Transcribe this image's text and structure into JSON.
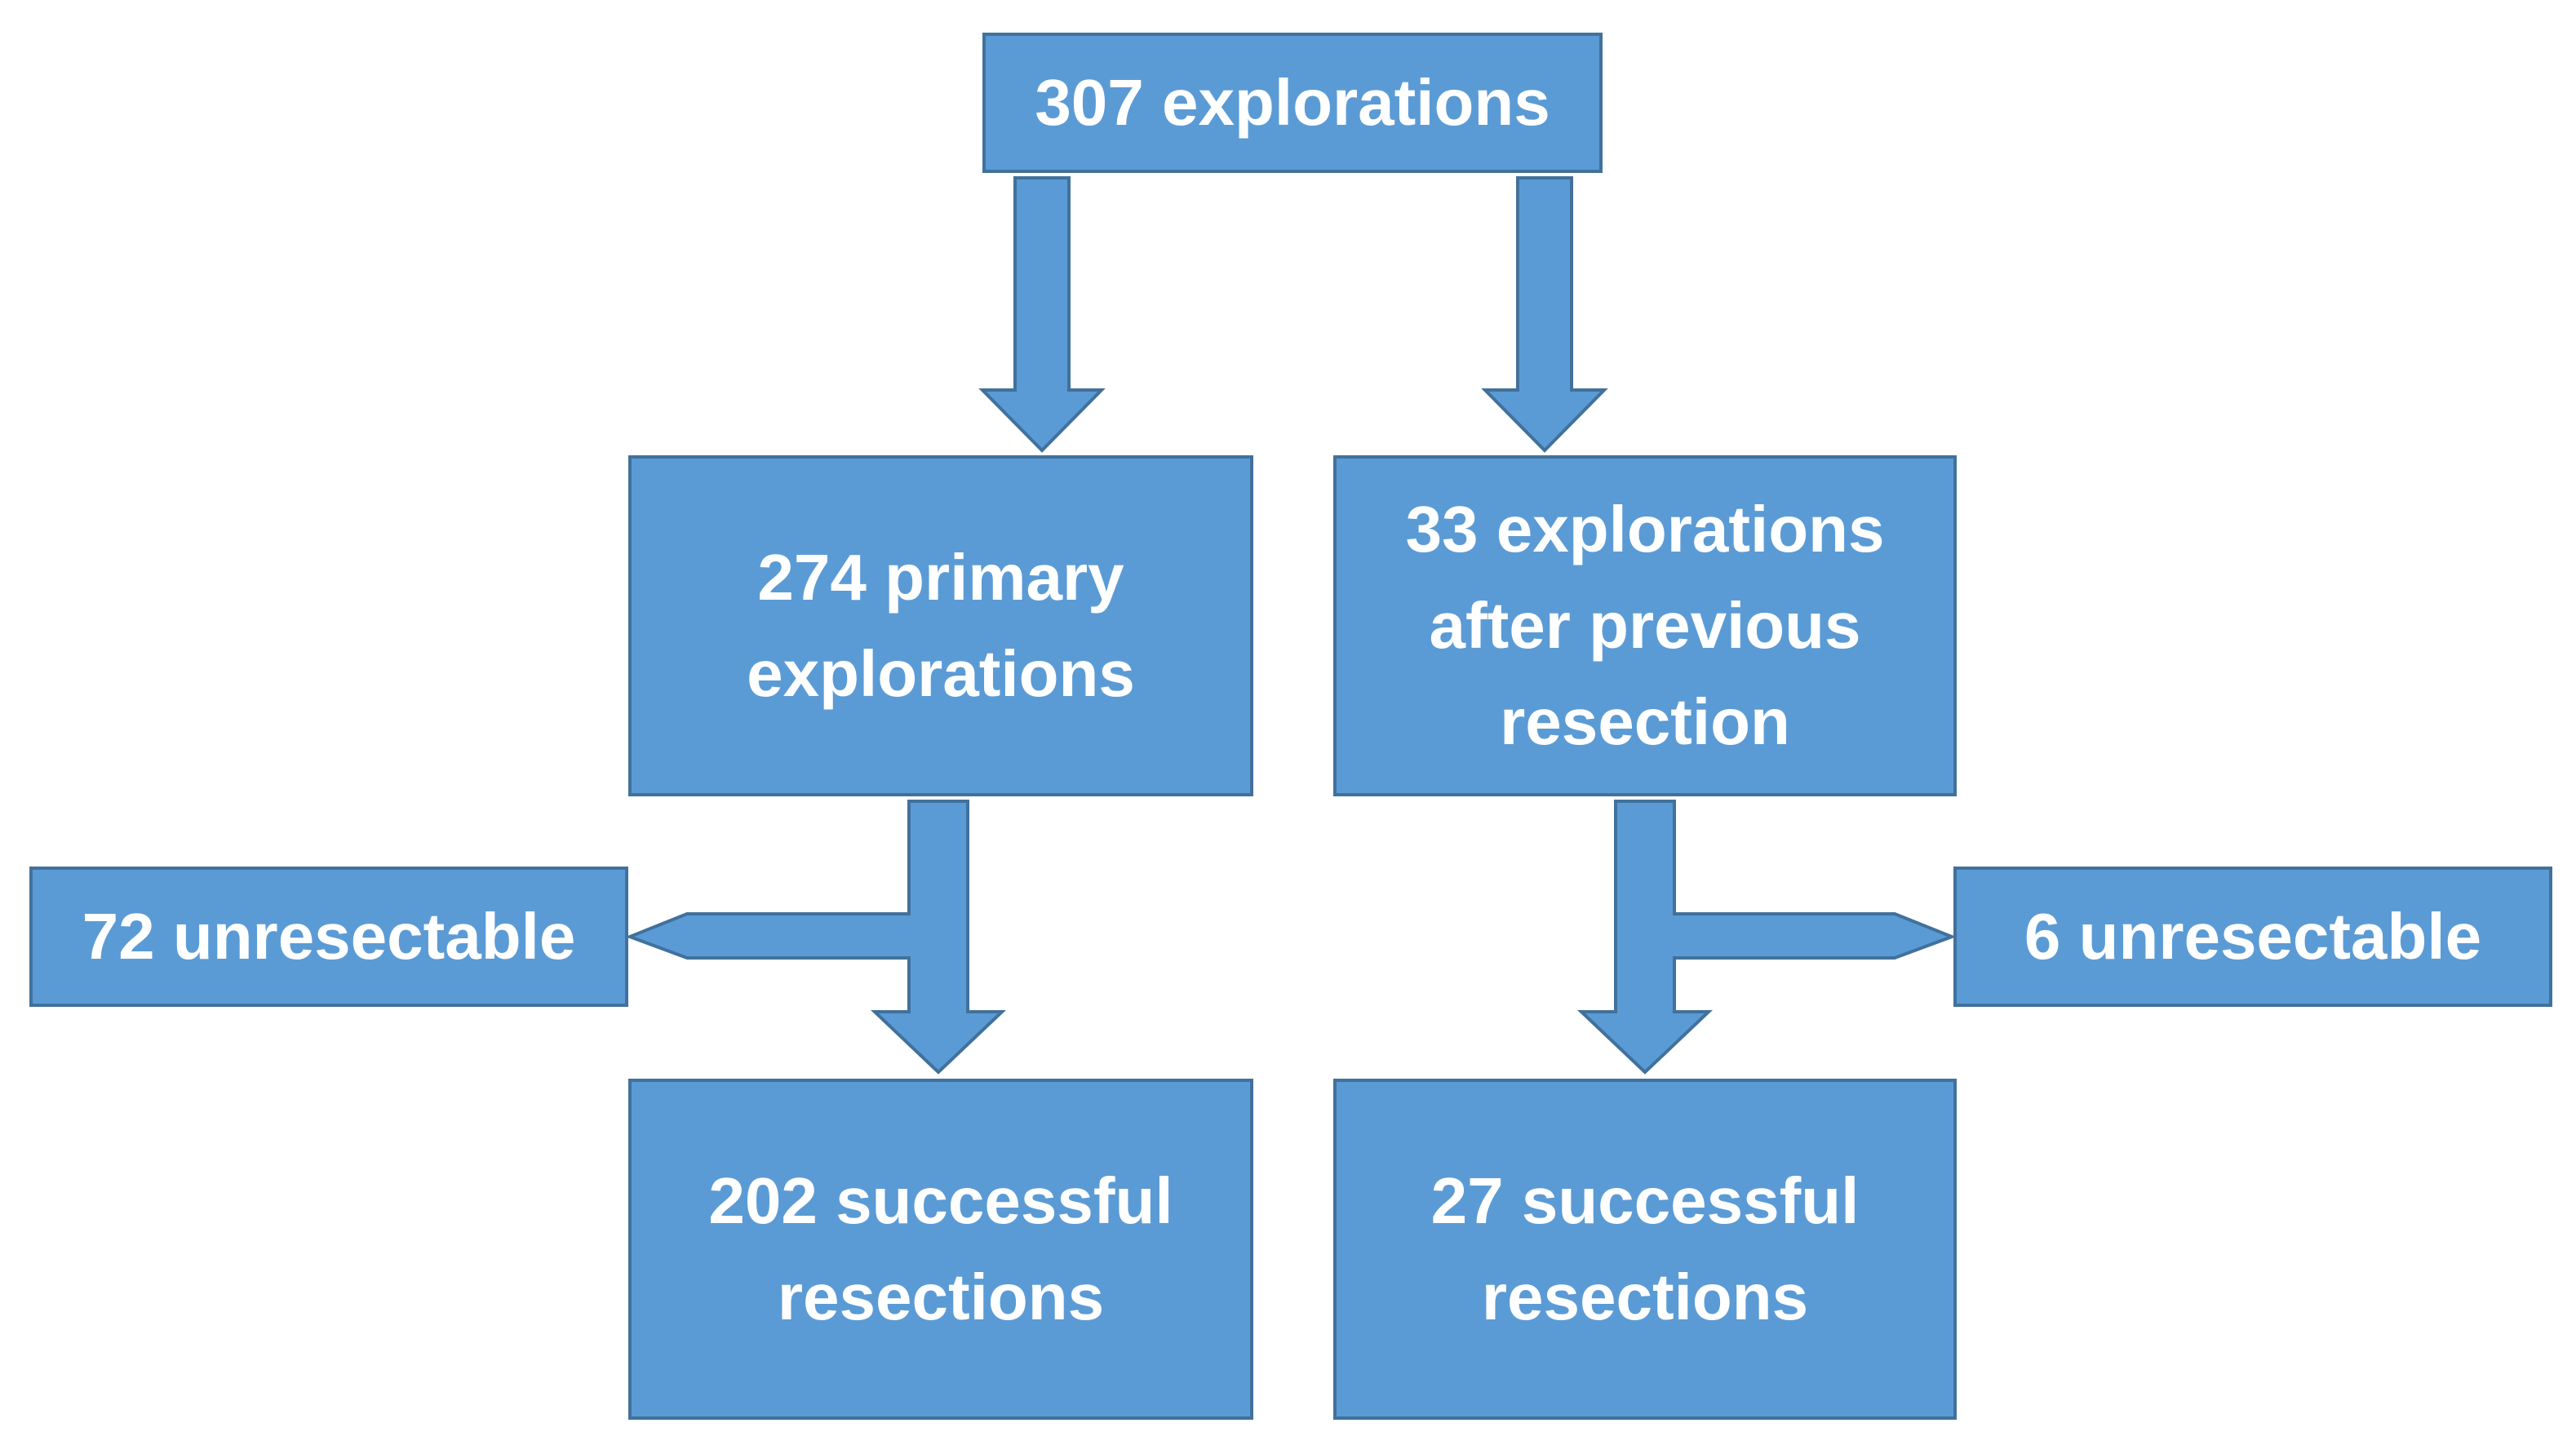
{
  "nodes": {
    "root": "307 explorations",
    "primary": "274 primary\nexplorations",
    "after_previous": "33 explorations\nafter previous\nresection",
    "unresectable_left": "72 unresectable",
    "unresectable_right": "6 unresectable",
    "successful_left": "202 successful\nresections",
    "successful_right": "27 successful\nresections"
  },
  "colors": {
    "fill": "#5b9bd5",
    "border": "#41719c",
    "text": "#ffffff"
  }
}
